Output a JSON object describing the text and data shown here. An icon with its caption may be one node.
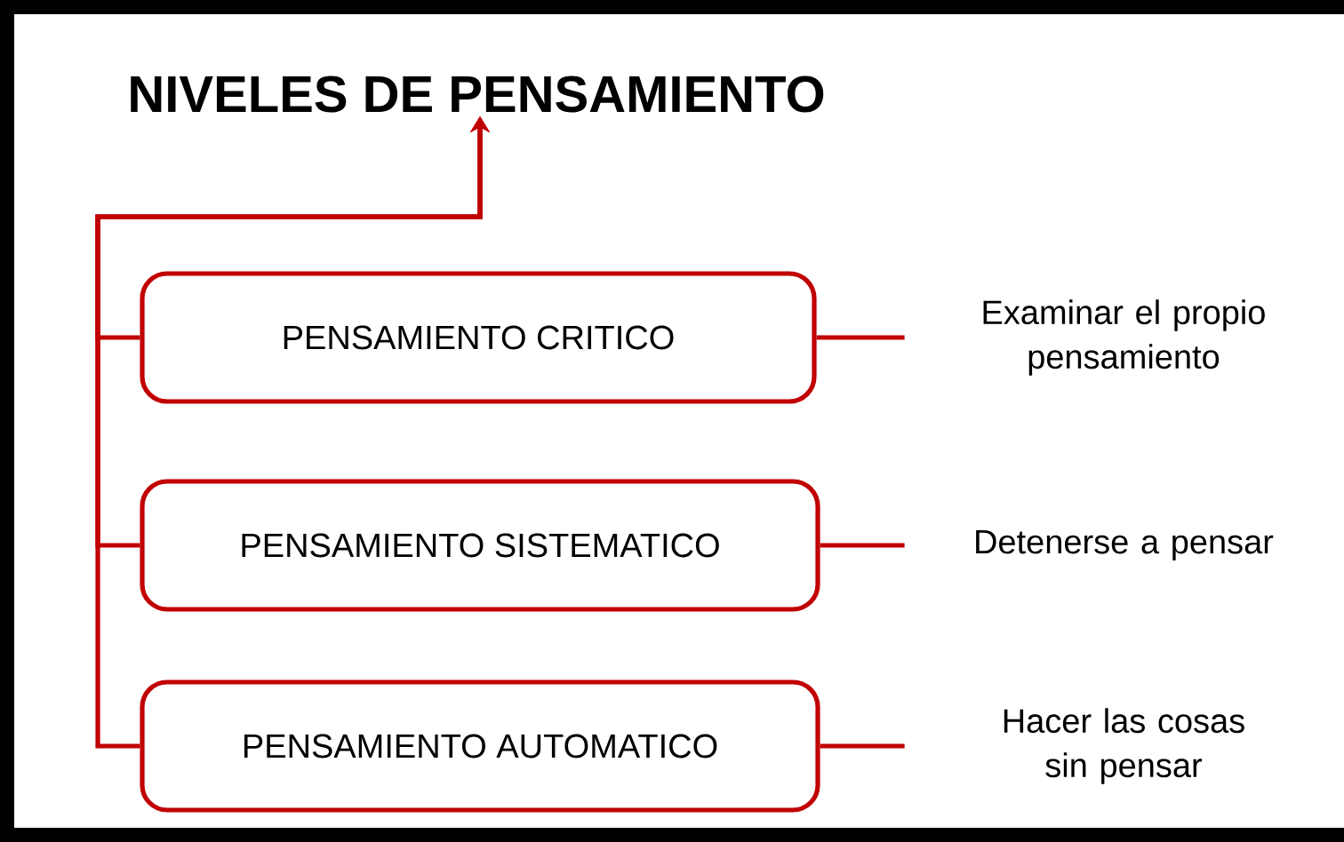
{
  "diagram": {
    "nodes": [
      {
        "text": [
          "NIVELES DE PENSAMIENTO"
        ]
      },
      {
        "text": [
          "PENSAMIENTO CRITICO"
        ]
      },
      {
        "text": [
          "Examinar el propio pensamiento"
        ]
      },
      {
        "text": [
          "PENSAMIENTO SISTEMATICO"
        ]
      },
      {
        "text": [
          "Detenerse a pensar"
        ]
      },
      {
        "text": [
          "PENSAMIENTO AUTOMATICO"
        ]
      },
      {
        "text": [
          "Hacer las cosas sin pensar"
        ]
      }
    ],
    "edges": [
      {
        "from": 1,
        "to": 0,
        "arrow": "to"
      },
      {
        "from": 3,
        "to": 0,
        "arrow": "to"
      },
      {
        "from": 5,
        "to": 0,
        "arrow": "to"
      },
      {
        "from": 1,
        "to": 2,
        "arrow": "none"
      },
      {
        "from": 3,
        "to": 4,
        "arrow": "none"
      },
      {
        "from": 5,
        "to": 6,
        "arrow": "none"
      }
    ]
  }
}
